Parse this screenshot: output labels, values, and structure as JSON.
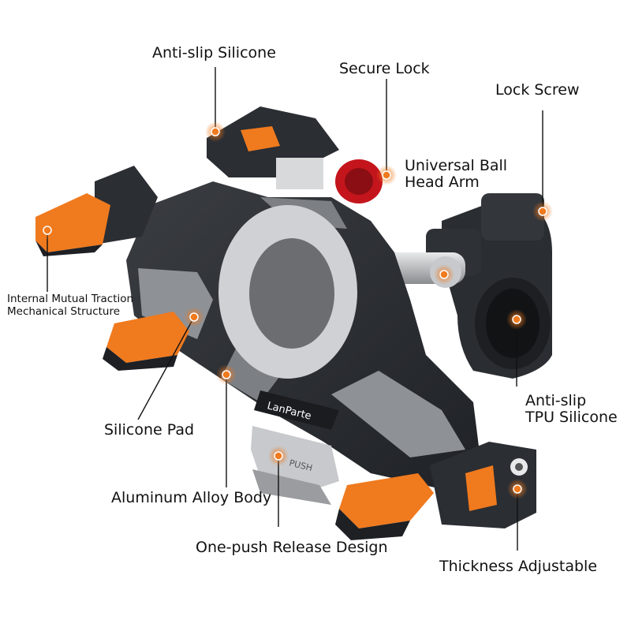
{
  "callouts": {
    "anti_slip_silicone": "Anti-slip Silicone",
    "secure_lock": "Secure Lock",
    "lock_screw": "Lock Screw",
    "universal_ball_head_arm_1": "Universal Ball",
    "universal_ball_head_arm_2": "Head Arm",
    "internal_traction_1": "Internal Mutual Traction",
    "internal_traction_2": "Mechanical Structure",
    "silicone_pad": "Silicone Pad",
    "anti_slip_tpu_1": "Anti-slip",
    "anti_slip_tpu_2": "TPU Silicone",
    "aluminum_alloy_body": "Aluminum Alloy Body",
    "one_push_release": "One-push Release Design",
    "thickness_adjustable": "Thickness Adjustable"
  },
  "product": {
    "brand_logo": "LanParte",
    "push_label": "PUSH"
  },
  "colors": {
    "accent_orange": "#f07a1e",
    "body_dark": "#2b2e33",
    "panel_gray": "#8e9196",
    "lock_red": "#c4151c",
    "ring_light": "#cfd1d4",
    "center_gray": "#6b6d70"
  }
}
